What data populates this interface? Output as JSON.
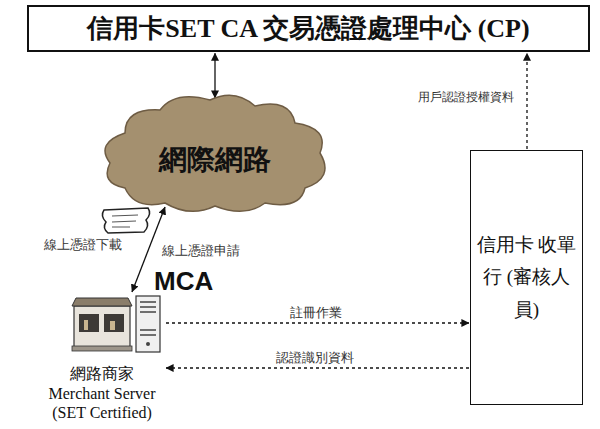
{
  "diagram": {
    "nodes": [
      {
        "text": [
          "信用卡SET CA 交易憑證處理中心 (CP)"
        ]
      },
      {
        "text": [
          "網際網路"
        ]
      },
      {
        "text": [
          "網路商家 Merchant Server (SET Certified)"
        ]
      },
      {
        "text": [
          "信用卡 收單行 (審核人員)"
        ]
      }
    ],
    "edges": [
      {
        "from": 0,
        "to": 1,
        "arrow": "both"
      },
      {
        "from": 1,
        "to": 2,
        "arrow": "both",
        "label": "線上憑證申請"
      },
      {
        "from": 2,
        "to": 3,
        "arrow": "to",
        "label": "註冊作業"
      },
      {
        "from": 3,
        "to": 2,
        "arrow": "to",
        "label": "認證識別資料"
      },
      {
        "from": 3,
        "to": 0,
        "arrow": "to",
        "label": "用戶認證授權資料"
      }
    ],
    "labels": [
      "線上憑證下載",
      "MCA"
    ]
  }
}
